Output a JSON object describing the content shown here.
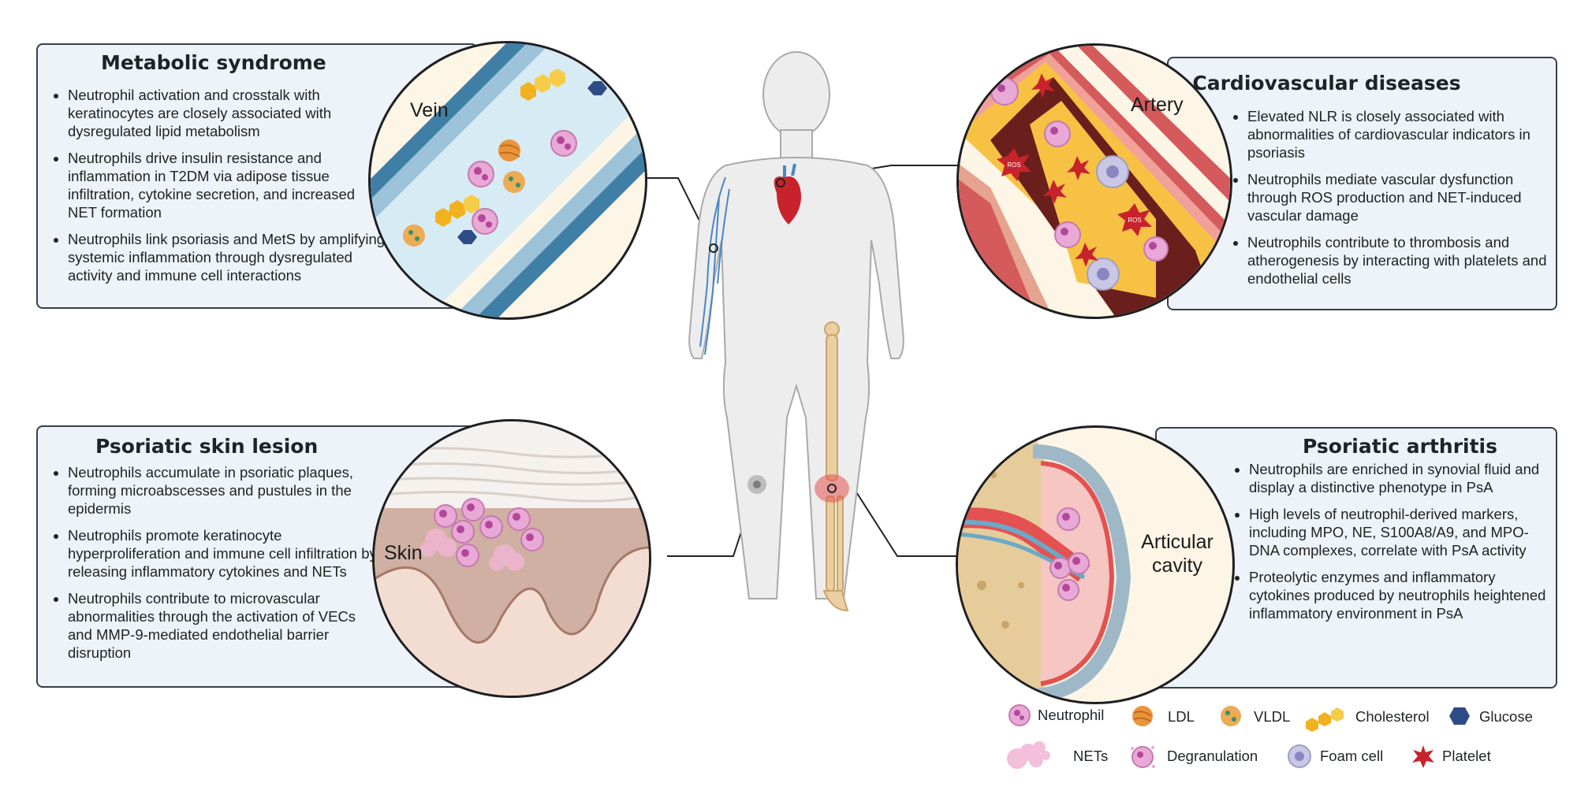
{
  "panels": {
    "metabolic": {
      "title": "Metabolic syndrome",
      "bullets": [
        "Neutrophil activation and crosstalk with keratinocytes are closely associated with dysregulated lipid metabolism",
        "Neutrophils drive insulin resistance and inflammation in T2DM via adipose tissue infiltration, cytokine secretion, and increased NET formation",
        "Neutrophils link psoriasis and MetS by amplifying systemic inflammation through dysregulated activity and immune cell interactions"
      ],
      "circle_label": "Vein"
    },
    "cardio": {
      "title": "Cardiovascular diseases",
      "bullets": [
        "Elevated NLR is closely associated with abnormalities of cardiovascular indicators in psoriasis",
        "Neutrophils mediate vascular dysfunction through ROS production and NET-induced vascular damage",
        "Neutrophils contribute to thrombosis and atherogenesis by interacting with platelets and endothelial cells"
      ],
      "circle_label": "Artery",
      "ros_label": "ROS"
    },
    "skin": {
      "title": "Psoriatic skin lesion",
      "bullets": [
        "Neutrophils accumulate in psoriatic plaques, forming microabscesses and pustules in the epidermis",
        "Neutrophils promote keratinocyte hyperproliferation and immune cell infiltration by releasing inflammatory cytokines and NETs",
        "Neutrophils contribute to microvascular abnormalities through the activation of VECs and MMP-9-mediated endothelial barrier disruption"
      ],
      "circle_label": "Skin"
    },
    "arthritis": {
      "title": "Psoriatic arthritis",
      "bullets": [
        "Neutrophils are enriched in synovial fluid and display a distinctive phenotype in PsA",
        "High levels of neutrophil-derived markers, including MPO, NE, S100A8/A9, and MPO-DNA complexes, correlate with PsA activity",
        "Proteolytic enzymes and inflammatory cytokines produced by neutrophils heightened inflammatory environment in PsA"
      ],
      "circle_label_line1": "Articular",
      "circle_label_line2": "cavity"
    }
  },
  "legend": [
    {
      "label": "Neutrophil",
      "icon": "neutrophil-icon"
    },
    {
      "label": "LDL",
      "icon": "ldl-icon"
    },
    {
      "label": "VLDL",
      "icon": "vldl-icon"
    },
    {
      "label": "Cholesterol",
      "icon": "cholesterol-icon"
    },
    {
      "label": "Glucose",
      "icon": "glucose-icon"
    },
    {
      "label": "NETs",
      "icon": "nets-icon"
    },
    {
      "label": "Degranulation",
      "icon": "degranulation-icon"
    },
    {
      "label": "Foam cell",
      "icon": "foam-cell-icon"
    },
    {
      "label": "Platelet",
      "icon": "platelet-icon"
    }
  ],
  "colors": {
    "panel_bg": "#eef3fa",
    "panel_border": "#3a3f47",
    "neutrophil": "#e9a9d6",
    "ldl": "#e9953a",
    "cholesterol": "#f2b21f",
    "glucose": "#2f4b86",
    "platelet": "#c8232c",
    "vein_wall": "#3f7fa6",
    "artery_wall": "#d55a5c",
    "fat": "#f7c244"
  }
}
